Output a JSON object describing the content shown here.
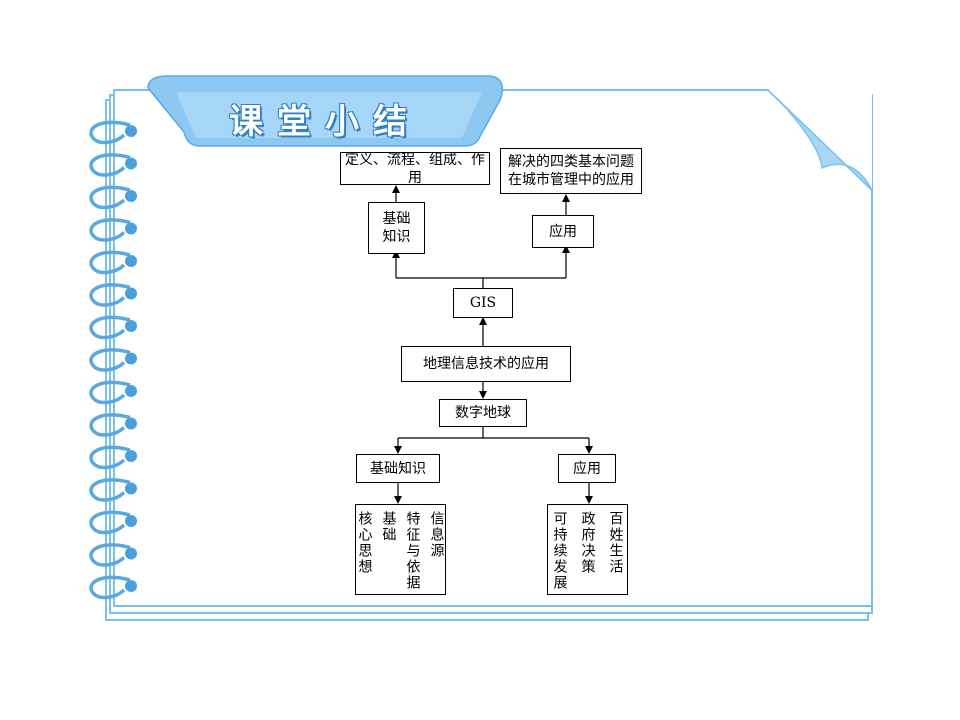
{
  "header": {
    "title": "课堂小结"
  },
  "diagram": {
    "definition_box": "定义、流程、组成、作用",
    "problems_box": "解决的四类基本问题\n在城市管理中的应用",
    "gis_basic_box": "基础\n知识",
    "gis_application_box": "应用",
    "gis_box": "GIS",
    "geo_info_tech_box": "地理信息技术的应用",
    "digital_earth_box": "数字地球",
    "de_basic_box": "基础知识",
    "de_application_box": "应用",
    "de_basic_detail_columns": [
      "信息源",
      "特征与依据",
      "基础",
      "核心思想"
    ],
    "de_application_detail_columns": [
      "百姓生活",
      "政府决策",
      "可持续发展"
    ]
  },
  "colors": {
    "accent": "#6fb3e8",
    "accent_dark": "#2f7fc4",
    "paper_border": "#7cc0ee"
  }
}
